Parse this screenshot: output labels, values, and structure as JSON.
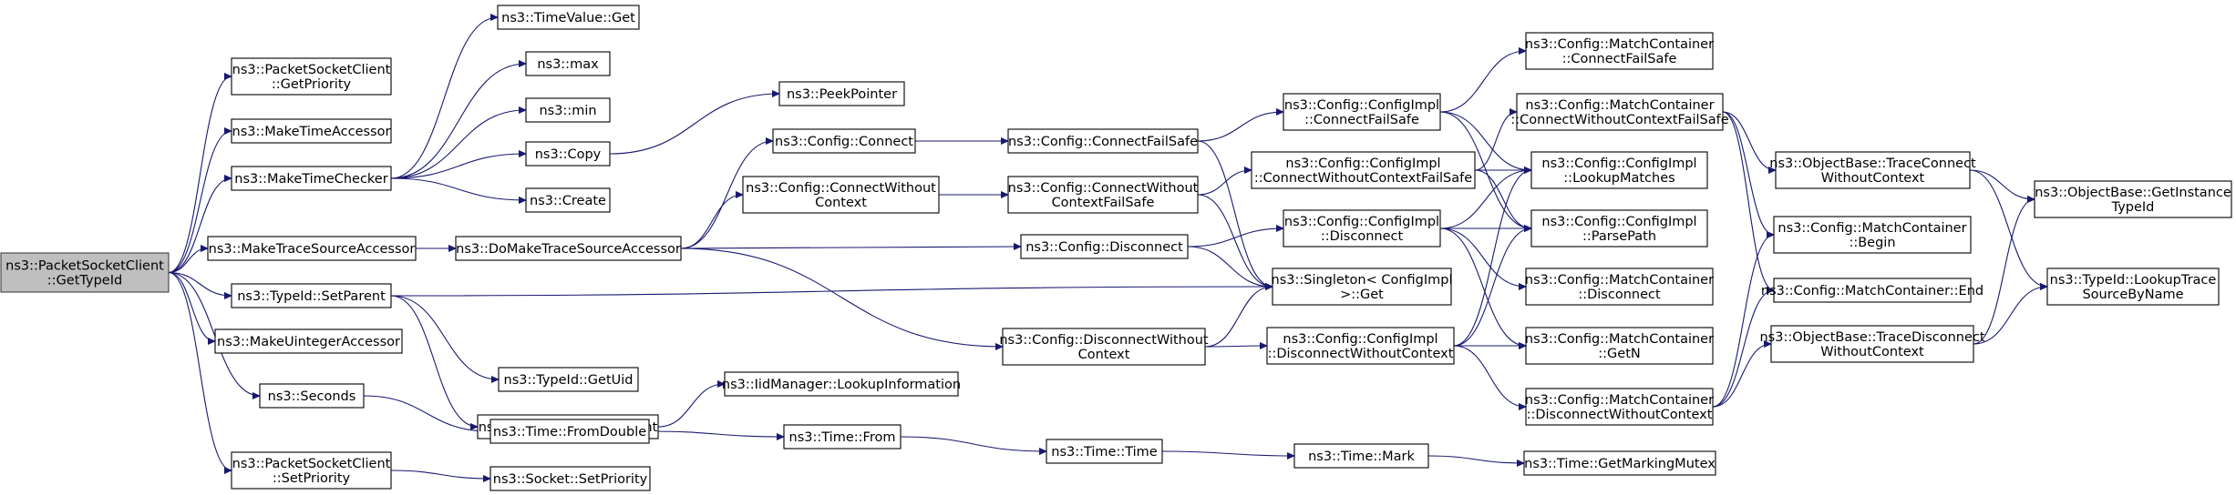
{
  "colors": {
    "edge": "#191970",
    "node_fill": "#ffffff",
    "root_fill": "#bfbfbf",
    "border": "#000000"
  },
  "nodes": [
    {
      "id": "root",
      "lines": [
        "ns3::PacketSocketClient",
        "::GetTypeId"
      ],
      "root": true
    },
    {
      "id": "getPriority",
      "lines": [
        "ns3::PacketSocketClient",
        "::GetPriority"
      ]
    },
    {
      "id": "makeTimeAccessor",
      "lines": [
        "ns3::MakeTimeAccessor"
      ]
    },
    {
      "id": "makeTimeChecker",
      "lines": [
        "ns3::MakeTimeChecker"
      ]
    },
    {
      "id": "makeTraceSourceAccessor",
      "lines": [
        "ns3::MakeTraceSourceAccessor"
      ]
    },
    {
      "id": "typeIdSetParent",
      "lines": [
        "ns3::TypeId::SetParent"
      ]
    },
    {
      "id": "makeUintegerAccessor",
      "lines": [
        "ns3::MakeUintegerAccessor"
      ]
    },
    {
      "id": "seconds",
      "lines": [
        "ns3::Seconds"
      ]
    },
    {
      "id": "setPriority",
      "lines": [
        "ns3::PacketSocketClient",
        "::SetPriority"
      ]
    },
    {
      "id": "timeValueGet",
      "lines": [
        "ns3::TimeValue::Get"
      ]
    },
    {
      "id": "max",
      "lines": [
        "ns3::max"
      ]
    },
    {
      "id": "min",
      "lines": [
        "ns3::min"
      ]
    },
    {
      "id": "copy",
      "lines": [
        "ns3::Copy"
      ]
    },
    {
      "id": "create",
      "lines": [
        "ns3::Create"
      ]
    },
    {
      "id": "doMakeTraceSourceAccessor",
      "lines": [
        "ns3::DoMakeTraceSourceAccessor"
      ]
    },
    {
      "id": "typeIdGetUid",
      "lines": [
        "ns3::TypeId::GetUid"
      ]
    },
    {
      "id": "iidSetParent",
      "lines": [
        "ns3::IidManager::SetParent"
      ]
    },
    {
      "id": "timeFromDouble",
      "lines": [
        "ns3::Time::FromDouble"
      ]
    },
    {
      "id": "socketSetPriority",
      "lines": [
        "ns3::Socket::SetPriority"
      ]
    },
    {
      "id": "peekPointer",
      "lines": [
        "ns3::PeekPointer"
      ]
    },
    {
      "id": "configConnect",
      "lines": [
        "ns3::Config::Connect"
      ]
    },
    {
      "id": "configConnectWithoutContext",
      "lines": [
        "ns3::Config::ConnectWithout",
        "Context"
      ]
    },
    {
      "id": "iidLookupInformation",
      "lines": [
        "ns3::IidManager::LookupInformation"
      ]
    },
    {
      "id": "timeFrom",
      "lines": [
        "ns3::Time::From"
      ]
    },
    {
      "id": "configConnectFailSafe",
      "lines": [
        "ns3::Config::ConnectFailSafe"
      ]
    },
    {
      "id": "configConnectWithoutContextFailSafe",
      "lines": [
        "ns3::Config::ConnectWithout",
        "ContextFailSafe"
      ]
    },
    {
      "id": "configDisconnect",
      "lines": [
        "ns3::Config::Disconnect"
      ]
    },
    {
      "id": "configDisconnectWithoutContext",
      "lines": [
        "ns3::Config::DisconnectWithout",
        "Context"
      ]
    },
    {
      "id": "timeTime",
      "lines": [
        "ns3::Time::Time"
      ]
    },
    {
      "id": "implConnectFailSafe",
      "lines": [
        "ns3::Config::ConfigImpl",
        "::ConnectFailSafe"
      ]
    },
    {
      "id": "implConnectWithoutContextFailSafe",
      "lines": [
        "ns3::Config::ConfigImpl",
        "::ConnectWithoutContextFailSafe"
      ]
    },
    {
      "id": "implDisconnect",
      "lines": [
        "ns3::Config::ConfigImpl",
        "::Disconnect"
      ]
    },
    {
      "id": "singletonGet",
      "lines": [
        "ns3::Singleton< ConfigImpl",
        " >::Get"
      ]
    },
    {
      "id": "implDisconnectWithoutContext",
      "lines": [
        "ns3::Config::ConfigImpl",
        "::DisconnectWithoutContext"
      ]
    },
    {
      "id": "timeMark",
      "lines": [
        "ns3::Time::Mark"
      ]
    },
    {
      "id": "mcConnectFailSafe",
      "lines": [
        "ns3::Config::MatchContainer",
        "::ConnectFailSafe"
      ]
    },
    {
      "id": "mcConnectWithoutContextFailSafe",
      "lines": [
        "ns3::Config::MatchContainer",
        "::ConnectWithoutContextFailSafe"
      ]
    },
    {
      "id": "implLookupMatches",
      "lines": [
        "ns3::Config::ConfigImpl",
        "::LookupMatches"
      ]
    },
    {
      "id": "implParsePath",
      "lines": [
        "ns3::Config::ConfigImpl",
        "::ParsePath"
      ]
    },
    {
      "id": "mcDisconnect",
      "lines": [
        "ns3::Config::MatchContainer",
        "::Disconnect"
      ]
    },
    {
      "id": "mcGetN",
      "lines": [
        "ns3::Config::MatchContainer",
        "::GetN"
      ]
    },
    {
      "id": "mcDisconnectWithoutContext",
      "lines": [
        "ns3::Config::MatchContainer",
        "::DisconnectWithoutContext"
      ]
    },
    {
      "id": "timeGetMarkingMutex",
      "lines": [
        "ns3::Time::GetMarkingMutex"
      ]
    },
    {
      "id": "obTraceConnectWithoutContext",
      "lines": [
        "ns3::ObjectBase::TraceConnect",
        "WithoutContext"
      ]
    },
    {
      "id": "mcBegin",
      "lines": [
        "ns3::Config::MatchContainer",
        "::Begin"
      ]
    },
    {
      "id": "mcEnd",
      "lines": [
        "ns3::Config::MatchContainer::End"
      ]
    },
    {
      "id": "obTraceDisconnectWithoutContext",
      "lines": [
        "ns3::ObjectBase::TraceDisconnect",
        "WithoutContext"
      ]
    },
    {
      "id": "obGetInstanceTypeId",
      "lines": [
        "ns3::ObjectBase::GetInstance",
        "TypeId"
      ]
    },
    {
      "id": "typeIdLookupTraceSourceByName",
      "lines": [
        "ns3::TypeId::LookupTrace",
        "SourceByName"
      ]
    }
  ],
  "edges": [
    [
      "root",
      "getPriority"
    ],
    [
      "root",
      "makeTimeAccessor"
    ],
    [
      "root",
      "makeTimeChecker"
    ],
    [
      "root",
      "makeTraceSourceAccessor"
    ],
    [
      "root",
      "typeIdSetParent"
    ],
    [
      "root",
      "makeUintegerAccessor"
    ],
    [
      "root",
      "seconds"
    ],
    [
      "root",
      "setPriority"
    ],
    [
      "makeTimeChecker",
      "timeValueGet"
    ],
    [
      "makeTimeChecker",
      "max"
    ],
    [
      "makeTimeChecker",
      "min"
    ],
    [
      "makeTimeChecker",
      "copy"
    ],
    [
      "makeTimeChecker",
      "create"
    ],
    [
      "copy",
      "peekPointer"
    ],
    [
      "makeTraceSourceAccessor",
      "doMakeTraceSourceAccessor"
    ],
    [
      "doMakeTraceSourceAccessor",
      "configConnect"
    ],
    [
      "doMakeTraceSourceAccessor",
      "configConnectWithoutContext"
    ],
    [
      "doMakeTraceSourceAccessor",
      "configDisconnect"
    ],
    [
      "doMakeTraceSourceAccessor",
      "configDisconnectWithoutContext"
    ],
    [
      "typeIdSetParent",
      "typeIdGetUid"
    ],
    [
      "typeIdSetParent",
      "iidSetParent"
    ],
    [
      "typeIdSetParent",
      "singletonGet"
    ],
    [
      "iidSetParent",
      "iidLookupInformation"
    ],
    [
      "seconds",
      "timeFromDouble"
    ],
    [
      "timeFromDouble",
      "timeFrom"
    ],
    [
      "timeFrom",
      "timeTime"
    ],
    [
      "timeTime",
      "timeMark"
    ],
    [
      "timeMark",
      "timeGetMarkingMutex"
    ],
    [
      "setPriority",
      "socketSetPriority"
    ],
    [
      "configConnect",
      "configConnectFailSafe"
    ],
    [
      "configConnectFailSafe",
      "implConnectFailSafe"
    ],
    [
      "configConnectFailSafe",
      "singletonGet"
    ],
    [
      "configConnectWithoutContext",
      "configConnectWithoutContextFailSafe"
    ],
    [
      "configConnectWithoutContextFailSafe",
      "implConnectWithoutContextFailSafe"
    ],
    [
      "configConnectWithoutContextFailSafe",
      "singletonGet"
    ],
    [
      "configDisconnect",
      "implDisconnect"
    ],
    [
      "configDisconnect",
      "singletonGet"
    ],
    [
      "configDisconnectWithoutContext",
      "implDisconnectWithoutContext"
    ],
    [
      "configDisconnectWithoutContext",
      "singletonGet"
    ],
    [
      "implConnectFailSafe",
      "mcConnectFailSafe"
    ],
    [
      "implConnectFailSafe",
      "implLookupMatches"
    ],
    [
      "implConnectFailSafe",
      "implParsePath"
    ],
    [
      "implConnectWithoutContextFailSafe",
      "mcConnectWithoutContextFailSafe"
    ],
    [
      "implConnectWithoutContextFailSafe",
      "implLookupMatches"
    ],
    [
      "implConnectWithoutContextFailSafe",
      "implParsePath"
    ],
    [
      "implDisconnect",
      "implLookupMatches"
    ],
    [
      "implDisconnect",
      "implParsePath"
    ],
    [
      "implDisconnect",
      "mcDisconnect"
    ],
    [
      "implDisconnect",
      "mcGetN"
    ],
    [
      "implDisconnectWithoutContext",
      "implLookupMatches"
    ],
    [
      "implDisconnectWithoutContext",
      "implParsePath"
    ],
    [
      "implDisconnectWithoutContext",
      "mcGetN"
    ],
    [
      "implDisconnectWithoutContext",
      "mcDisconnectWithoutContext"
    ],
    [
      "mcConnectWithoutContextFailSafe",
      "obTraceConnectWithoutContext"
    ],
    [
      "mcConnectWithoutContextFailSafe",
      "mcBegin"
    ],
    [
      "mcConnectWithoutContextFailSafe",
      "mcEnd"
    ],
    [
      "mcDisconnectWithoutContext",
      "obTraceDisconnectWithoutContext"
    ],
    [
      "mcDisconnectWithoutContext",
      "mcBegin"
    ],
    [
      "mcDisconnectWithoutContext",
      "mcEnd"
    ],
    [
      "obTraceConnectWithoutContext",
      "obGetInstanceTypeId"
    ],
    [
      "obTraceConnectWithoutContext",
      "typeIdLookupTraceSourceByName"
    ],
    [
      "obTraceDisconnectWithoutContext",
      "obGetInstanceTypeId"
    ],
    [
      "obTraceDisconnectWithoutContext",
      "typeIdLookupTraceSourceByName"
    ]
  ]
}
